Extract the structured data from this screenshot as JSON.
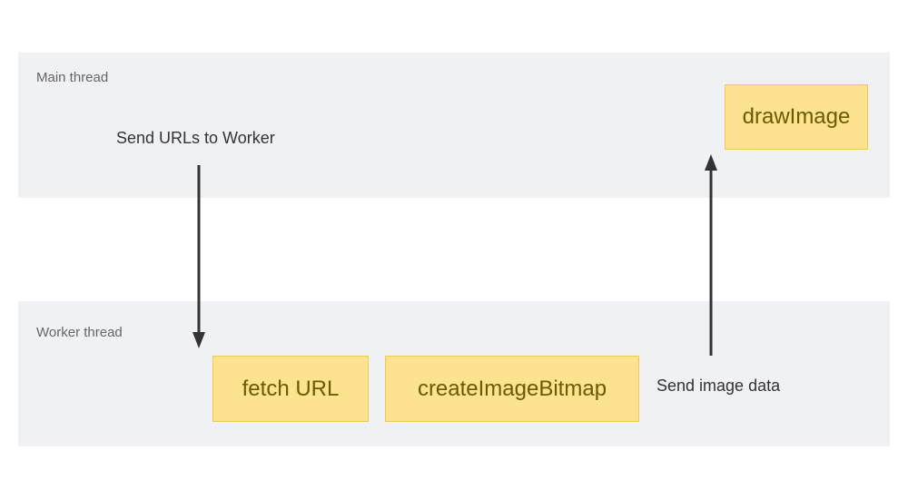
{
  "main_thread": {
    "label": "Main thread",
    "note": "Send URLs to Worker",
    "step": "drawImage"
  },
  "worker_thread": {
    "label": "Worker thread",
    "steps": [
      "fetch URL",
      "createImageBitmap"
    ],
    "note": "Send image data"
  },
  "colors": {
    "lane_background": "#eff1f4",
    "box_fill": "#fde38f",
    "box_border": "#f0c94e",
    "box_text": "#6b5a00",
    "arrow": "#333333"
  }
}
